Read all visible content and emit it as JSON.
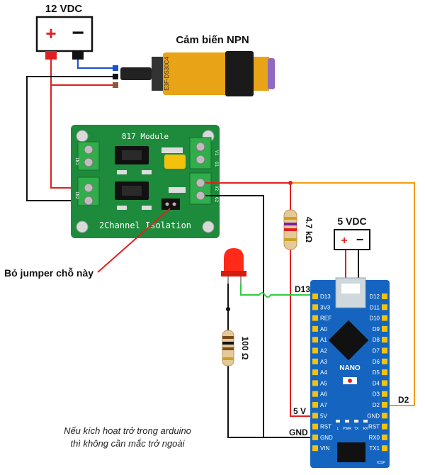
{
  "labels": {
    "supply_12v": "12 VDC",
    "sensor": "Cảm biến NPN",
    "sensor_model": "E3F-DS30C4",
    "module_name": "817 Module",
    "module_caption": "2Channel Isolation",
    "resistor_pullup": "4.7 kΩ",
    "supply_5v": "5 VDC",
    "jumper_note": "Bỏ jumper chỗ này",
    "d13": "D13",
    "resistor_led": "100 Ω",
    "v5": "5 V",
    "gnd": "GND",
    "d2": "D2",
    "nano": "NANO",
    "note_line1": "Nếu kích hoạt trở trong arduino",
    "note_line2": "thì không cần mắc trở ngoài",
    "plus": "+",
    "minus": "−",
    "in1": "IN1",
    "in2": "IN2",
    "g1": "G1",
    "g2": "G2",
    "v1": "V1",
    "v2": "V2",
    "icsp": "ICSP"
  },
  "nano_pins": {
    "left": [
      "D13",
      "3V3",
      "REF",
      "A0",
      "A1",
      "A2",
      "A3",
      "A4",
      "A5",
      "A6",
      "A7",
      "5V",
      "RST",
      "GND",
      "VIN"
    ],
    "right": [
      "D12",
      "D11",
      "D10",
      "D9",
      "D8",
      "D7",
      "D6",
      "D5",
      "D4",
      "D3",
      "D2",
      "GND",
      "RST",
      "RX0",
      "TX1"
    ],
    "leds": [
      "L",
      "PWR",
      "TX",
      "RX"
    ]
  },
  "colors": {
    "wire_red": "#e02020",
    "wire_black": "#111111",
    "wire_blue": "#1a4fd6",
    "wire_green": "#2ecc40",
    "wire_orange": "#f39c12",
    "pcb_green": "#1e8a3c",
    "nano_blue": "#1565c0",
    "sensor_yellow": "#e8a317"
  }
}
